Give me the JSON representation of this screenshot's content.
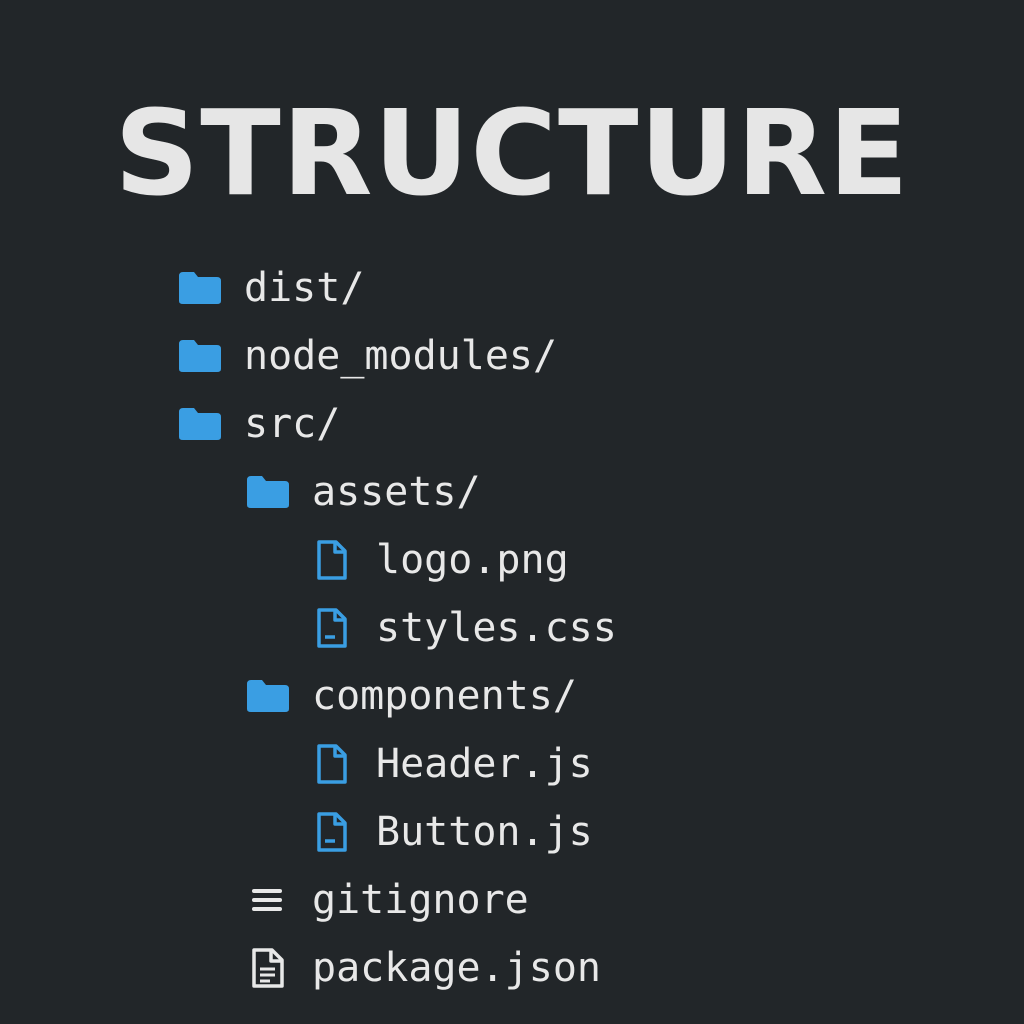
{
  "title": "STRUCTURE",
  "colors": {
    "background": "#222629",
    "text": "#e8e8e8",
    "folder": "#3a9ee3",
    "file_icon": "#3a9ee3",
    "plain_icon": "#e8e8e8"
  },
  "tree": [
    {
      "label": "dist/",
      "icon": "folder-icon",
      "depth": 0
    },
    {
      "label": "node_modules/",
      "icon": "folder-icon",
      "depth": 0
    },
    {
      "label": "src/",
      "icon": "folder-icon",
      "depth": 0
    },
    {
      "label": "assets/",
      "icon": "folder-icon",
      "depth": 1
    },
    {
      "label": "logo.png",
      "icon": "file-icon",
      "depth": 2
    },
    {
      "label": "styles.css",
      "icon": "file-lines-icon",
      "depth": 2
    },
    {
      "label": "components/",
      "icon": "folder-icon",
      "depth": 1
    },
    {
      "label": "Header.js",
      "icon": "file-icon",
      "depth": 2
    },
    {
      "label": "Button.js",
      "icon": "file-lines-icon",
      "depth": 2
    },
    {
      "label": "gitignore",
      "icon": "list-icon",
      "depth": 1
    },
    {
      "label": "package.json",
      "icon": "document-icon",
      "depth": 1
    }
  ]
}
